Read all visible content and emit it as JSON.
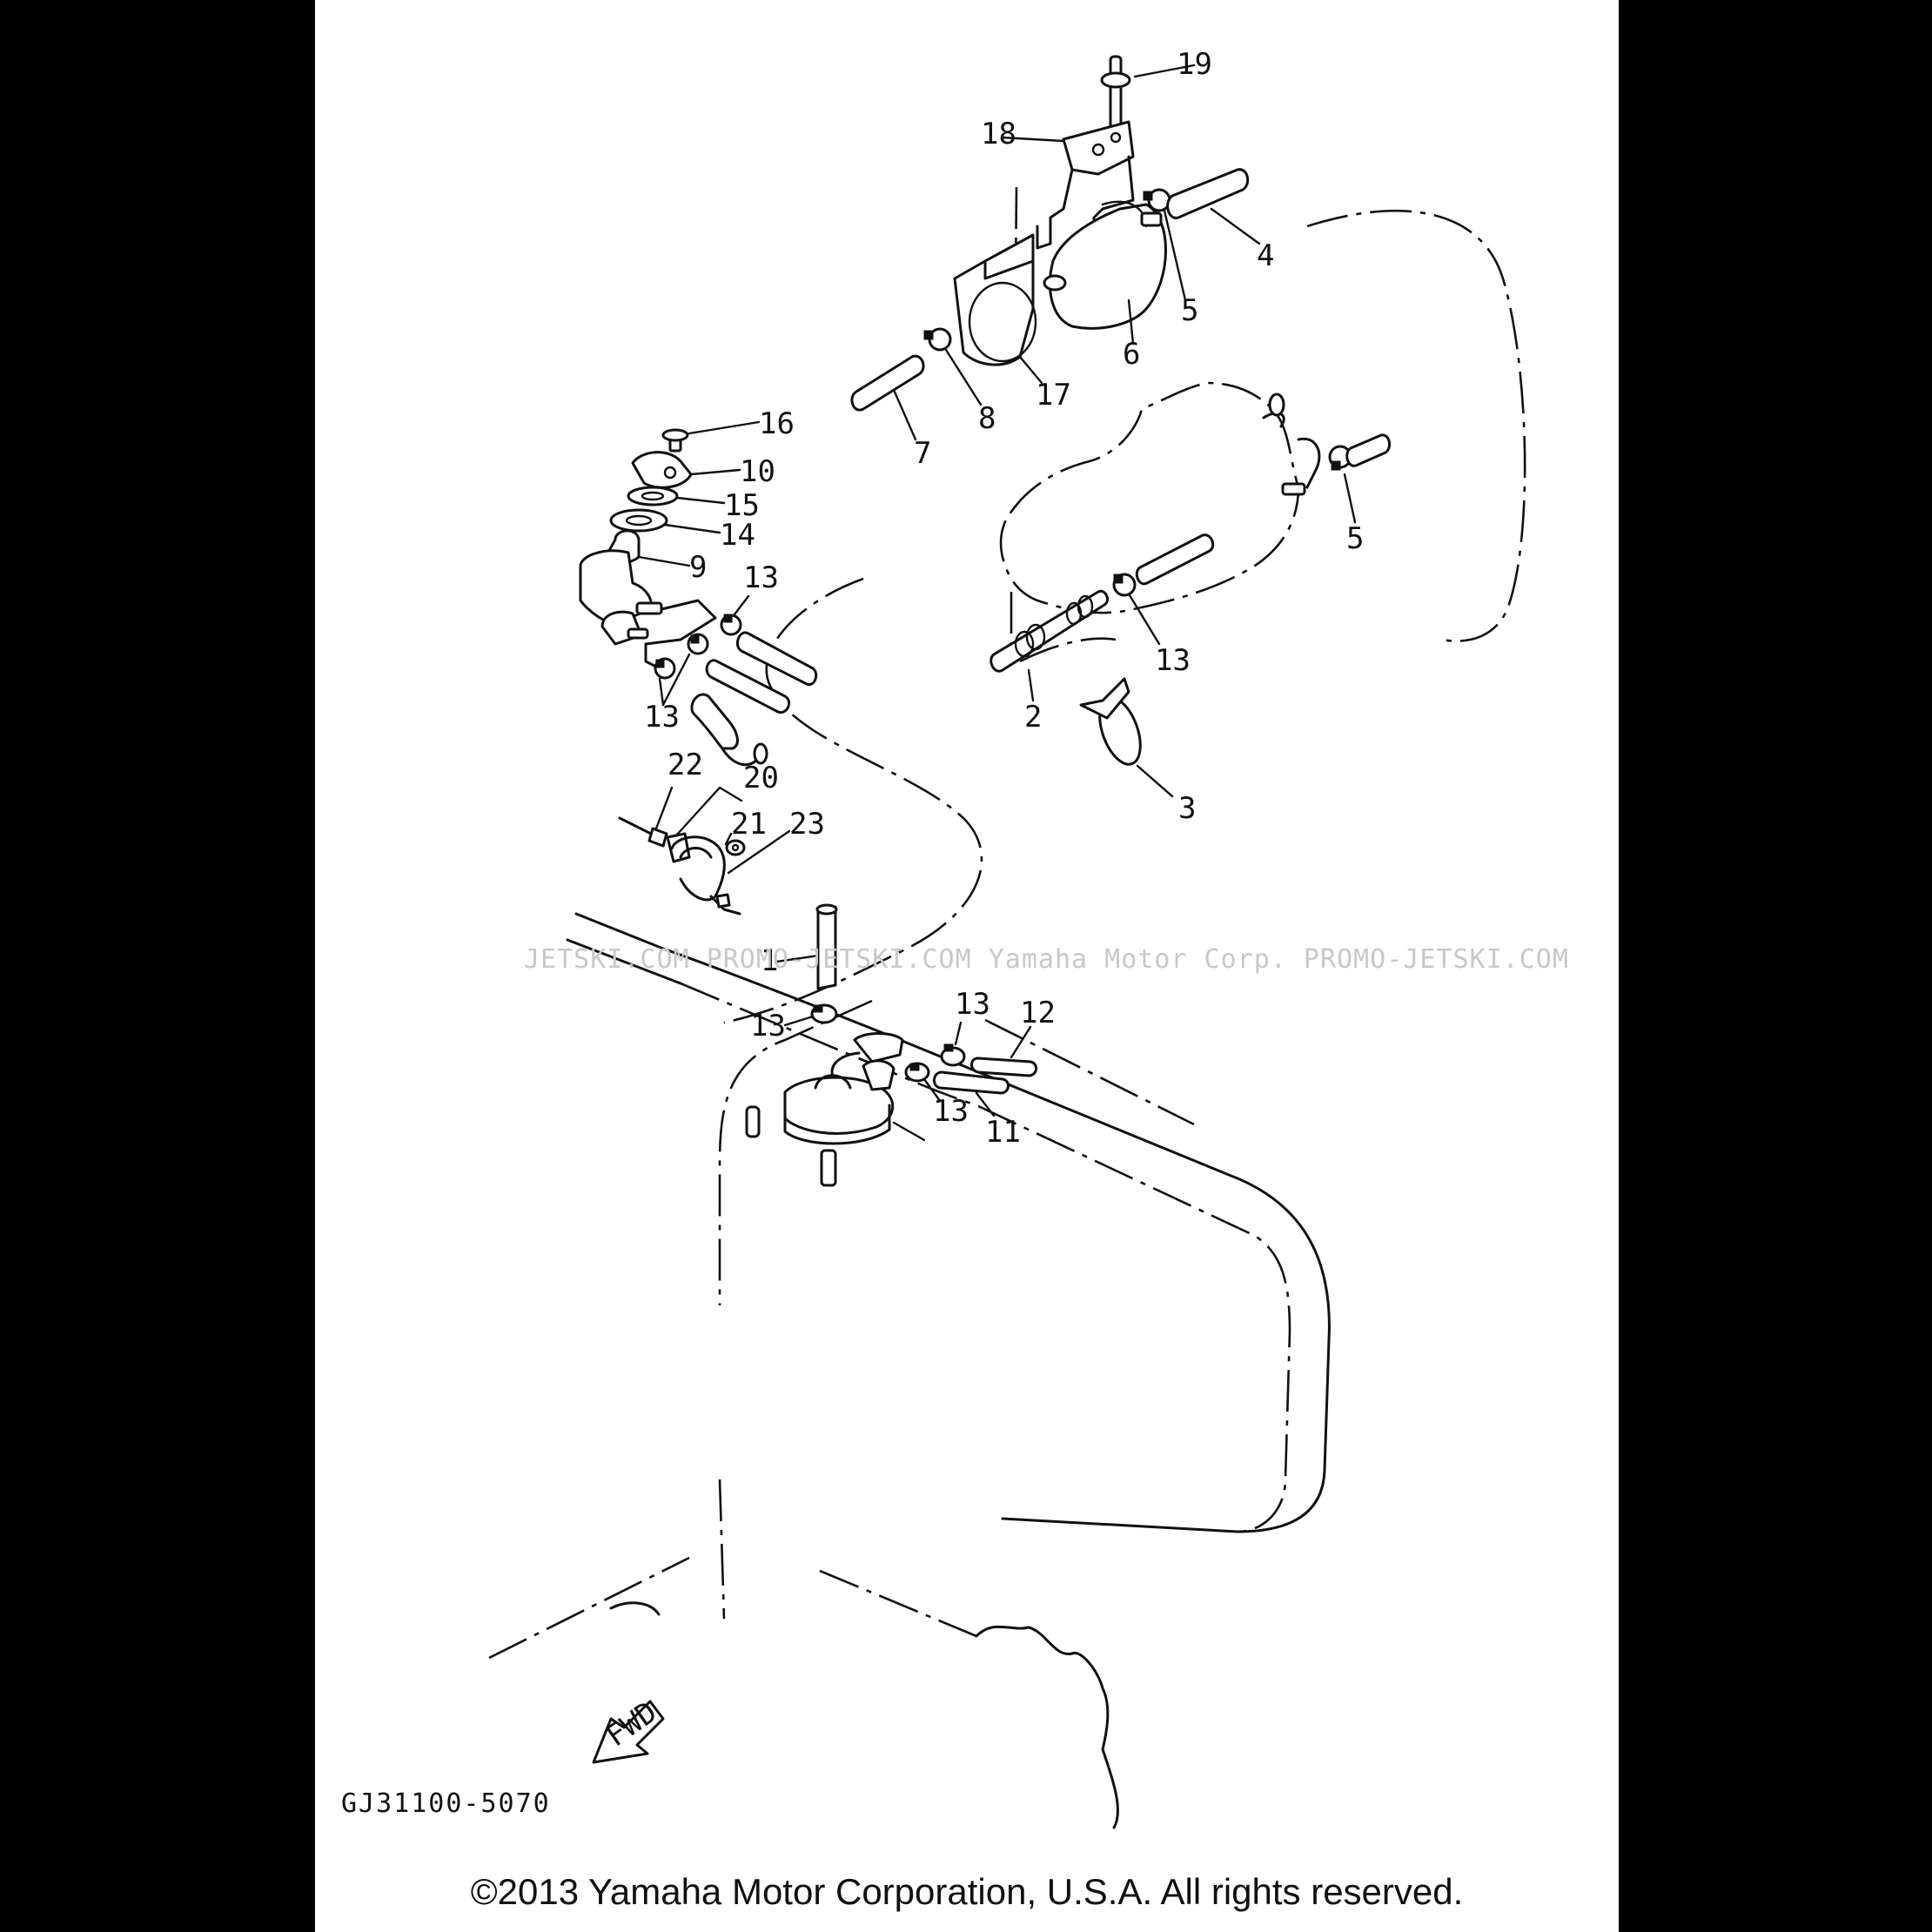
{
  "diagram": {
    "callouts": [
      {
        "id": "1",
        "text": "1"
      },
      {
        "id": "2",
        "text": "2"
      },
      {
        "id": "3",
        "text": "3"
      },
      {
        "id": "4",
        "text": "4"
      },
      {
        "id": "5a",
        "text": "5"
      },
      {
        "id": "5b",
        "text": "5"
      },
      {
        "id": "6",
        "text": "6"
      },
      {
        "id": "7",
        "text": "7"
      },
      {
        "id": "8",
        "text": "8"
      },
      {
        "id": "9",
        "text": "9"
      },
      {
        "id": "10",
        "text": "10"
      },
      {
        "id": "11",
        "text": "11"
      },
      {
        "id": "12",
        "text": "12"
      },
      {
        "id": "13a",
        "text": "13"
      },
      {
        "id": "13b",
        "text": "13"
      },
      {
        "id": "13c",
        "text": "13"
      },
      {
        "id": "13d",
        "text": "13"
      },
      {
        "id": "13e",
        "text": "13"
      },
      {
        "id": "13f",
        "text": "13"
      },
      {
        "id": "14",
        "text": "14"
      },
      {
        "id": "15",
        "text": "15"
      },
      {
        "id": "16",
        "text": "16"
      },
      {
        "id": "17",
        "text": "17"
      },
      {
        "id": "18",
        "text": "18"
      },
      {
        "id": "19",
        "text": "19"
      },
      {
        "id": "20",
        "text": "20"
      },
      {
        "id": "21",
        "text": "21"
      },
      {
        "id": "22",
        "text": "22"
      },
      {
        "id": "23",
        "text": "23"
      }
    ],
    "fwd_label": "FWD",
    "drawing_code": "GJ31100-5070",
    "watermark": "JETSKI.COM  PROMO-JETSKI.COM  Yamaha Motor Corp. PROMO-JETSKI.COM",
    "copyright": "©2013 Yamaha Motor Corporation, U.S.A. All rights reserved."
  }
}
